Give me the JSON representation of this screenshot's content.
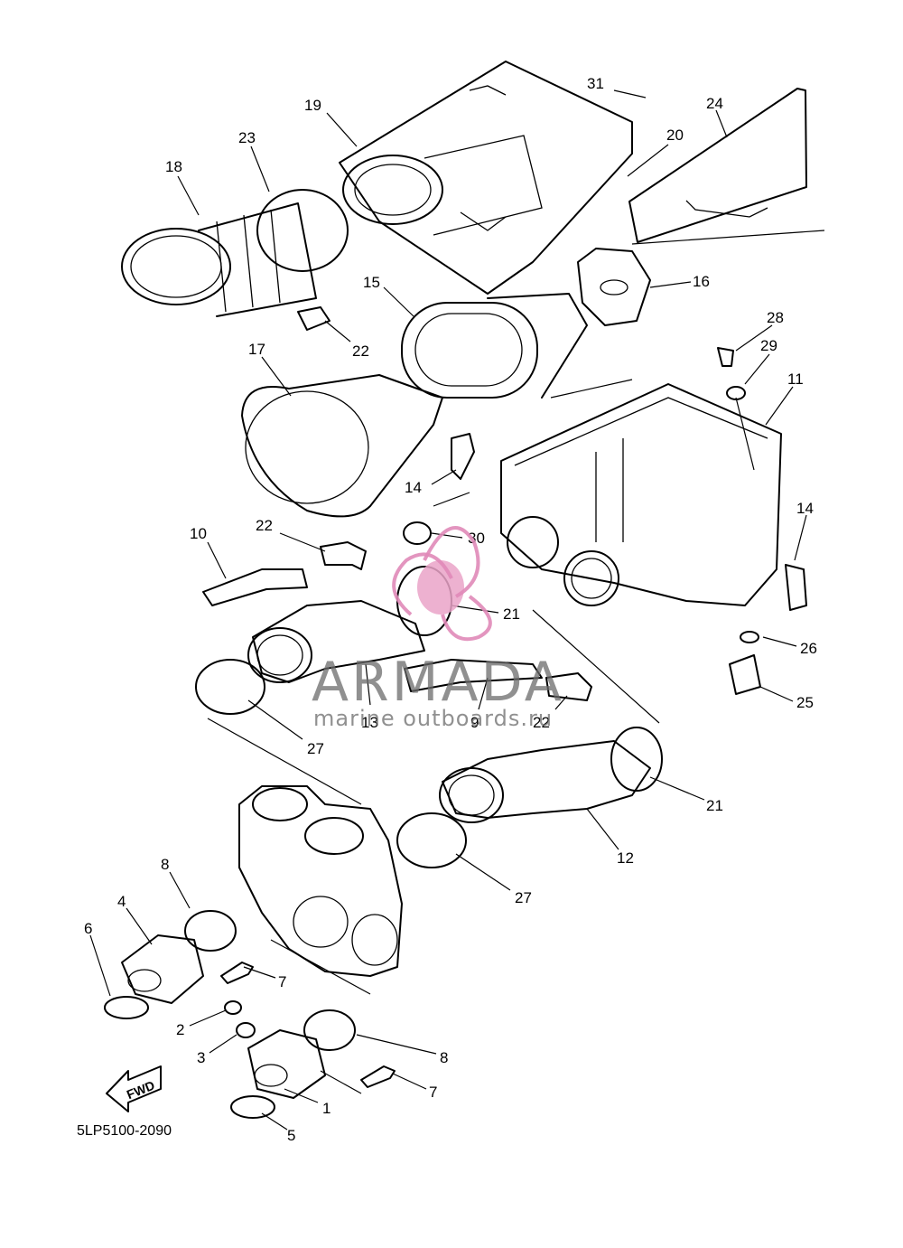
{
  "diagram": {
    "code": "5LP5100-2090",
    "fwd_label": "FWD",
    "callouts": [
      "31",
      "24",
      "19",
      "20",
      "23",
      "18",
      "16",
      "15",
      "22",
      "28",
      "29",
      "17",
      "11",
      "14",
      "10",
      "22",
      "30",
      "14",
      "21",
      "26",
      "25",
      "13",
      "9",
      "22",
      "27",
      "21",
      "12",
      "8",
      "27",
      "4",
      "6",
      "7",
      "2",
      "8",
      "3",
      "7",
      "1",
      "5"
    ]
  },
  "watermark": {
    "brand": "ARMADA",
    "tagline": "marine outboards.ru",
    "logo_color": "#e089b8"
  }
}
